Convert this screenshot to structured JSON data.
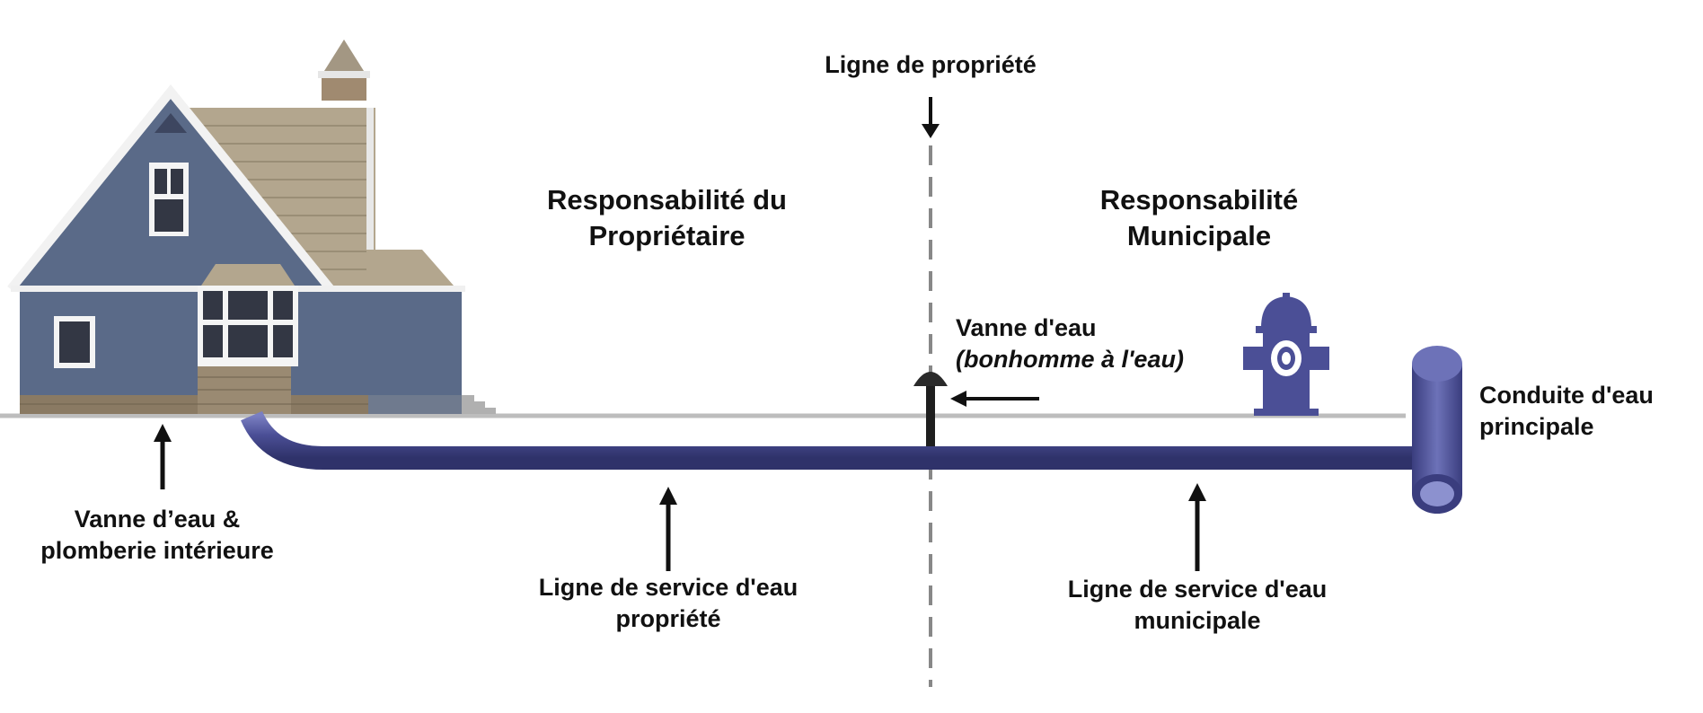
{
  "labels": {
    "property_line": "Ligne de propriété",
    "owner_responsibility": [
      "Responsabilité du",
      "Propriétaire"
    ],
    "municipal_responsibility": [
      "Responsabilité",
      "Municipale"
    ],
    "curb_stop": "Vanne d'eau",
    "curb_stop_nickname": "(bonhomme à l'eau)",
    "water_main": [
      "Conduite d'eau",
      "principale"
    ],
    "house_valve": [
      "Vanne d’eau &",
      "plomberie intérieure"
    ],
    "private_service_line": [
      "Ligne de service d'eau",
      "propriété"
    ],
    "municipal_service_line": [
      "Ligne de service d'eau",
      "municipale"
    ]
  },
  "colors": {
    "pipe": "#4b4f96",
    "pipe_light": "#6d72b8",
    "house_siding": "#5a6a88",
    "roof": "#b3a68e",
    "ground_line": "#bdbdbd",
    "dash_line": "#888888",
    "text": "#111111"
  },
  "icons": [
    "house-icon",
    "fire-hydrant-icon",
    "curb-stop-valve-icon",
    "water-main-pipe-icon"
  ]
}
